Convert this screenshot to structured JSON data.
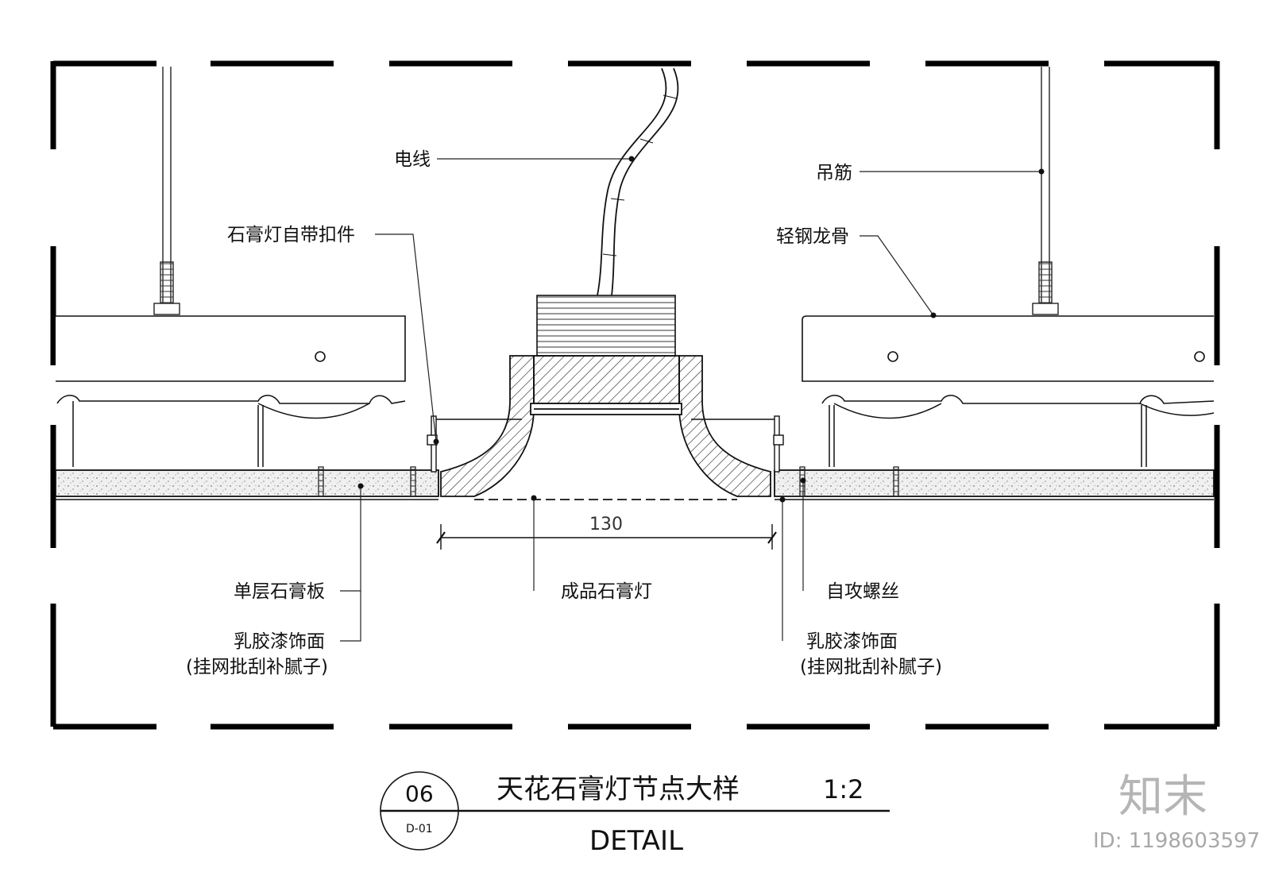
{
  "labels": {
    "wire": "电线",
    "clip": "石膏灯自带扣件",
    "hanger": "吊筋",
    "keel": "轻钢龙骨",
    "board": "单层石膏板",
    "lamp": "成品石膏灯",
    "screw": "自攻螺丝",
    "finish_left": "乳胶漆饰面",
    "finish_left_sub": "(挂网批刮补腻子)",
    "finish_right": "乳胶漆饰面",
    "finish_right_sub": "(挂网批刮补腻子)"
  },
  "dimension": {
    "value": "130"
  },
  "titleblock": {
    "number": "06",
    "sheet": "D-01",
    "title": "天花石膏灯节点大样",
    "scale": "1:2",
    "subtitle": "DETAIL"
  },
  "watermark": {
    "logo": "知末",
    "id": "ID: 1198603597"
  },
  "colors": {
    "line": "#111111",
    "board_fill": "#ececec",
    "watermark": "#b5b5b5"
  }
}
